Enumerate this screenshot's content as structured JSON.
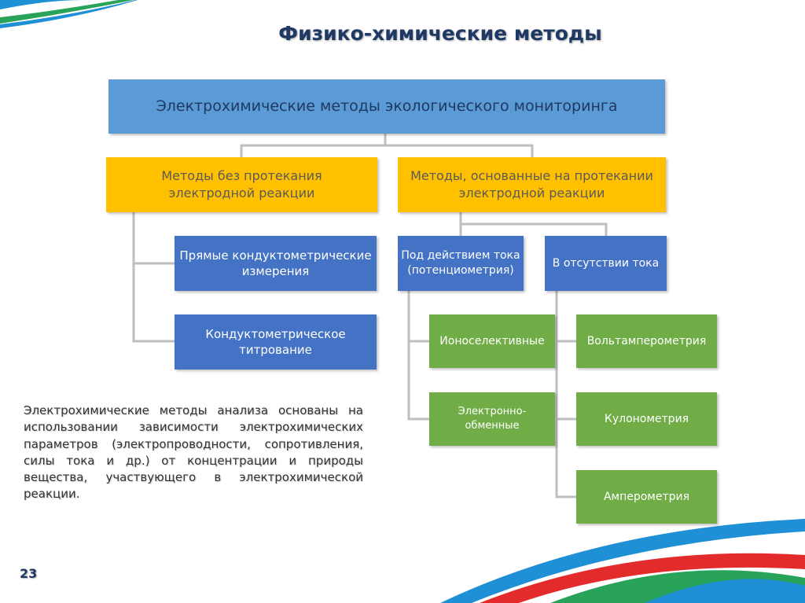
{
  "title": "Физико-химические методы",
  "diagram": {
    "root": "Электрохимические методы экологического мониторинга",
    "branch_left": [
      "Методы без протекания",
      "электродной реакции"
    ],
    "branch_right": [
      "Методы, основанные на протекании",
      "электродной реакции"
    ],
    "left_children": [
      [
        "Прямые кондуктометрические",
        "измерения"
      ],
      [
        "Кондуктометрическое",
        "титрование"
      ]
    ],
    "right_groups": {
      "with_current": [
        "Под действием тока",
        "(потенциометрия)"
      ],
      "without_current": "В отсутствии тока"
    },
    "with_current_children": [
      [
        "Ионоселективные"
      ],
      [
        "Электронно-",
        "обменные"
      ]
    ],
    "without_current_children": [
      "Вольтамперометрия",
      "Кулонометрия",
      "Амперометрия"
    ]
  },
  "description": "Электрохимические методы анализа основаны на использовании зависимости электрохимических параметров (электропроводности, сопротивления, силы тока и др.) от концентрации и природы вещества, участвующего в электрохимической реакции.",
  "page_number": "23",
  "colors": {
    "root": "#5b9bd5",
    "branch": "#ffc000",
    "method": "#4472c4",
    "leaf": "#70ad47",
    "connector": "#bfbfbf"
  }
}
